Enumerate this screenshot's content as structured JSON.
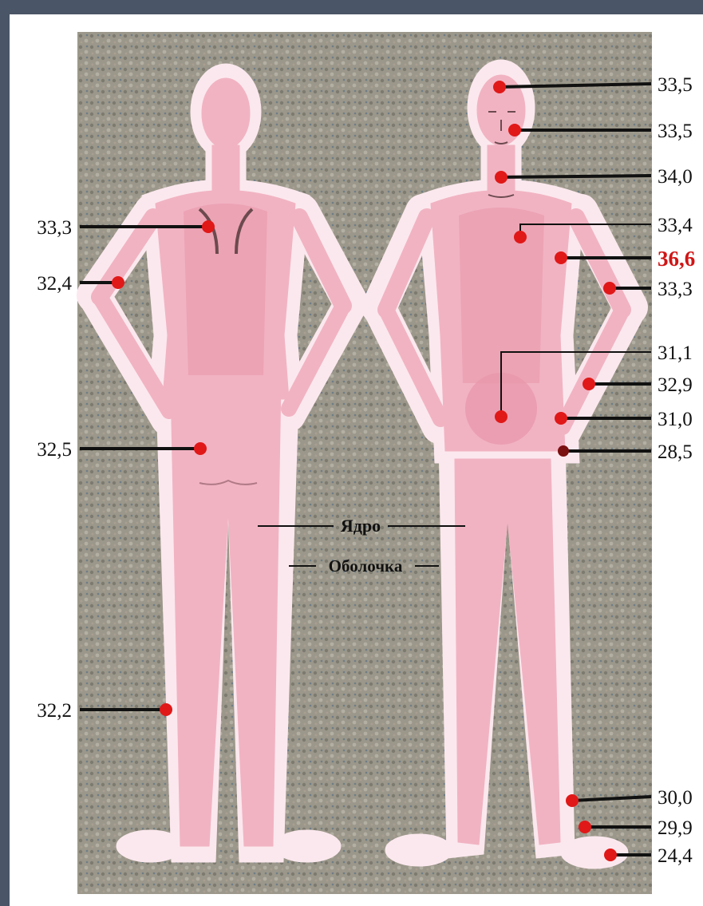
{
  "legend": {
    "core": "Ядро",
    "shell": "Оболочка"
  },
  "colors": {
    "background": "#4a5567",
    "paper": "#ffffff",
    "texture": "#9a9688",
    "body_halo": "#fbe8ee",
    "body_fill": "#f1b3c2",
    "core_fill": "#e895aa",
    "marker": "#e01818",
    "highlight_text": "#d01515"
  },
  "back_view": {
    "labels": [
      {
        "id": "scapula",
        "value": "33,3"
      },
      {
        "id": "upper-arm",
        "value": "32,4"
      },
      {
        "id": "buttock",
        "value": "32,5"
      },
      {
        "id": "calf",
        "value": "32,2"
      }
    ]
  },
  "front_view": {
    "labels": [
      {
        "id": "forehead",
        "value": "33,5",
        "highlight": false
      },
      {
        "id": "cheek",
        "value": "33,5",
        "highlight": false
      },
      {
        "id": "neck",
        "value": "34,0",
        "highlight": false
      },
      {
        "id": "chest",
        "value": "33,4",
        "highlight": false
      },
      {
        "id": "armpit",
        "value": "36,6",
        "highlight": true
      },
      {
        "id": "elbow",
        "value": "33,3",
        "highlight": false
      },
      {
        "id": "abdomen",
        "value": "31,1",
        "highlight": false
      },
      {
        "id": "forearm",
        "value": "32,9",
        "highlight": false
      },
      {
        "id": "wrist",
        "value": "31,0",
        "highlight": false
      },
      {
        "id": "hand",
        "value": "28,5",
        "highlight": false
      },
      {
        "id": "ankle",
        "value": "30,0",
        "highlight": false
      },
      {
        "id": "foot",
        "value": "29,9",
        "highlight": false
      },
      {
        "id": "toe",
        "value": "24,4",
        "highlight": false
      }
    ]
  }
}
